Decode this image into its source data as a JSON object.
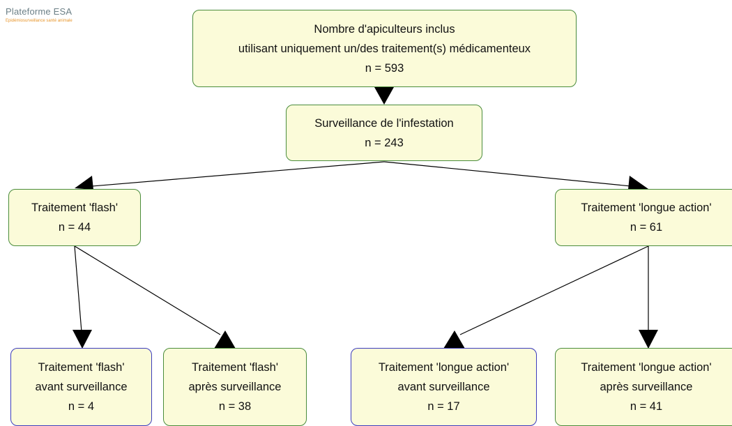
{
  "logo": {
    "title": "Plateforme ESA",
    "subtitle": "Epidémiosurveillance santé animale"
  },
  "nodes": {
    "root": {
      "lines": [
        "Nombre d'apiculteurs inclus",
        "utilisant uniquement un/des traitement(s) médicamenteux",
        "n = 593"
      ]
    },
    "surv": {
      "lines": [
        "Surveillance de l'infestation",
        "n = 243"
      ]
    },
    "flash": {
      "lines": [
        "Traitement 'flash'",
        "n = 44"
      ]
    },
    "longue": {
      "lines": [
        "Traitement 'longue action'",
        "n = 61"
      ]
    },
    "fl_avant": {
      "lines": [
        "Traitement 'flash'",
        "avant surveillance",
        "n = 4"
      ]
    },
    "fl_apres": {
      "lines": [
        "Traitement 'flash'",
        "après surveillance",
        "n = 38"
      ]
    },
    "lg_avant": {
      "lines": [
        "Traitement 'longue action'",
        "avant surveillance",
        "n = 17"
      ]
    },
    "lg_apres": {
      "lines": [
        "Traitement 'longue action'",
        "après surveillance",
        "n = 41"
      ]
    }
  },
  "edges": [
    {
      "from": "root",
      "to": "surv"
    },
    {
      "from": "surv",
      "to": "flash"
    },
    {
      "from": "surv",
      "to": "longue"
    },
    {
      "from": "flash",
      "to": "fl_avant"
    },
    {
      "from": "flash",
      "to": "fl_apres"
    },
    {
      "from": "longue",
      "to": "lg_avant"
    },
    {
      "from": "longue",
      "to": "lg_apres"
    }
  ],
  "colors": {
    "node_fill": "#fbfbd9",
    "node_border_green": "#4a8c3b",
    "node_border_blue": "#3d3dbd",
    "edge": "#000000",
    "logo_title": "#6b7f86",
    "logo_subtitle": "#e8962c"
  }
}
